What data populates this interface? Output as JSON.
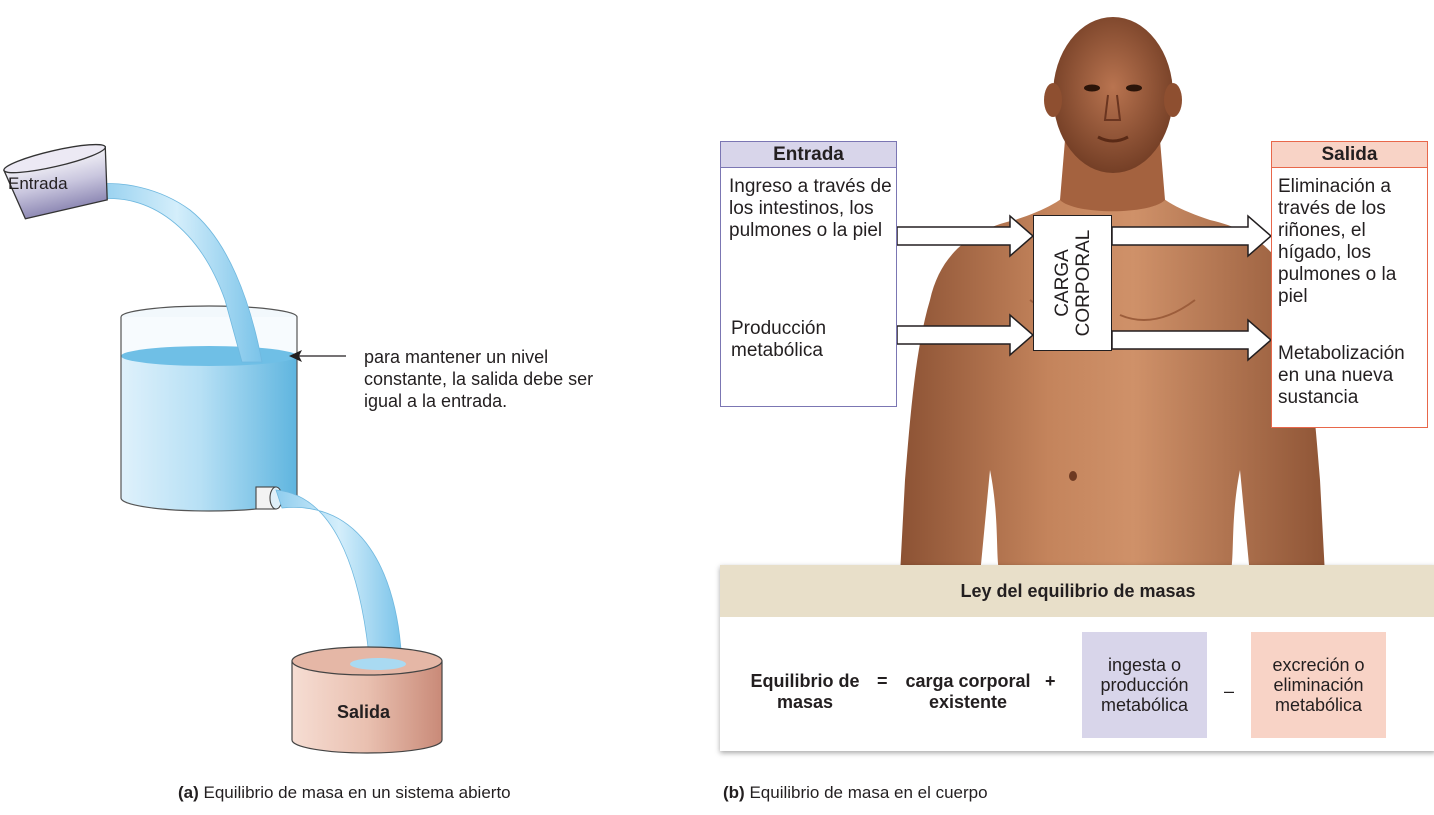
{
  "panel_a": {
    "input_label": "Entrada",
    "output_label": "Salida",
    "annotation": "para mantener un nivel constante, la salida debe ser igual a la entrada.",
    "caption_tag": "(a)",
    "caption_text": " Equilibrio de masa en un sistema abierto"
  },
  "panel_b": {
    "input_box": {
      "title": "Entrada",
      "item1": "Ingreso a través de los intestinos, los pulmones o la piel",
      "item2": "Producción metabólica"
    },
    "center_box": {
      "line1": "CARGA",
      "line2": "CORPORAL"
    },
    "output_box": {
      "title": "Salida",
      "item1": "Eliminación a través de los riñones, el hígado, los pulmones o la piel",
      "item2": "Metabolización en una nueva sustancia"
    },
    "law": {
      "title": "Ley del equilibrio de masas",
      "term1": "Equilibrio de masas",
      "equals": "=",
      "term2": "carga corporal existente",
      "plus": "+",
      "term3": "ingesta o producción metabólica",
      "minus": "–",
      "term4": "excreción o eliminación metabólica"
    },
    "caption_tag": "(b)",
    "caption_text": " Equilibrio de masa en el cuerpo"
  },
  "colors": {
    "water": "#a6d6ef",
    "water_dark": "#5fb5df",
    "input_accent": "#7b76b3",
    "input_fill": "#d8d5ea",
    "output_accent": "#e8674a",
    "output_fill": "#f8d3c6",
    "law_header": "#e8dfc9",
    "skin": "#b97650"
  }
}
